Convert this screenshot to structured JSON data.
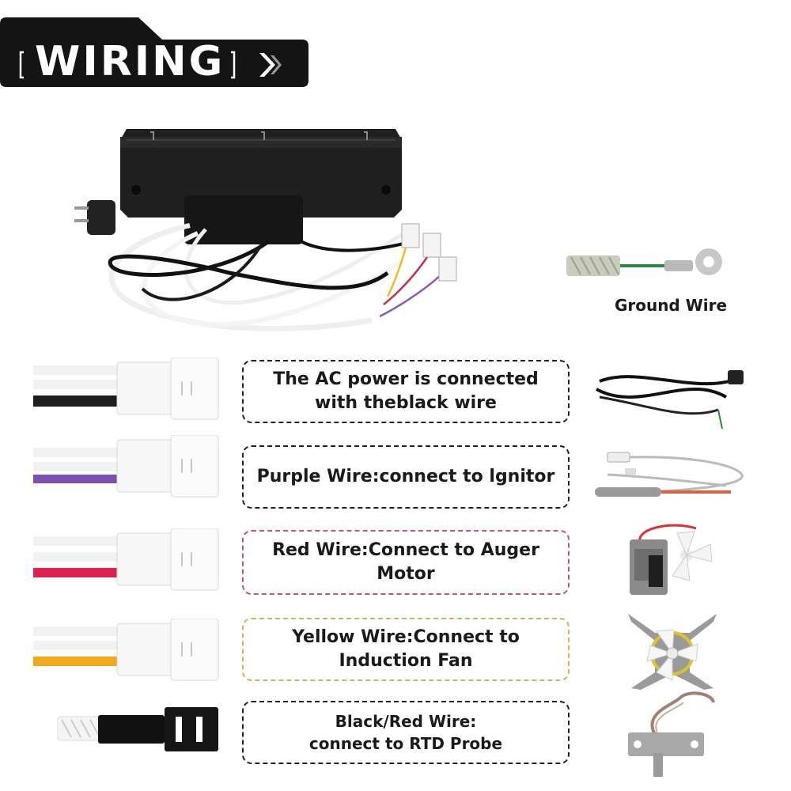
{
  "header": {
    "title": "WIRING"
  },
  "ground": {
    "label": "Ground Wire"
  },
  "wires": [
    {
      "color": "#1e1e1e",
      "border": "#222222",
      "line1": "The AC power is connected",
      "line2": "with theblack wire"
    },
    {
      "color": "#7b4fb3",
      "border": "#222222",
      "line1": "Purple Wire:connect to lgnitor",
      "line2": ""
    },
    {
      "color": "#e02050",
      "border": "#b85a6a",
      "line1": "Red Wire:Connect to Auger",
      "line2": "Motor"
    },
    {
      "color": "#f2a81d",
      "border": "#c9b85a",
      "line1": "Yellow Wire:Connect to",
      "line2": "Induction Fan"
    },
    {
      "color": "#111111",
      "border": "#222222",
      "line1": "Black/Red Wire:",
      "line2": "connect to RTD Probe"
    }
  ]
}
